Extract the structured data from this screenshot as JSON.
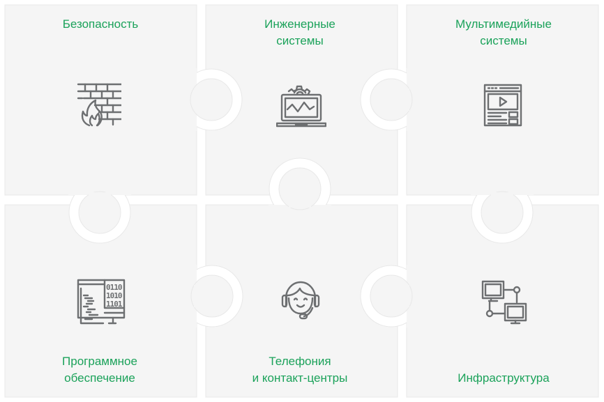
{
  "pieces": [
    {
      "lines": [
        "Безопасность"
      ],
      "icon": "firewall-icon"
    },
    {
      "lines": [
        "Инженерные",
        "системы"
      ],
      "icon": "laptop-gear-icon"
    },
    {
      "lines": [
        "Мультимедийные",
        "системы"
      ],
      "icon": "video-webpage-icon"
    },
    {
      "lines": [
        "Программное",
        "обеспечение"
      ],
      "icon": "code-monitor-icon"
    },
    {
      "lines": [
        "Телефония",
        "и контакт-центры"
      ],
      "icon": "headset-operator-icon"
    },
    {
      "lines": [
        "Инфраструктура"
      ],
      "icon": "network-computers-icon"
    }
  ],
  "colors": {
    "accent": "#1ba25a",
    "piece": "#f5f5f5",
    "icon": "#6d6f71"
  }
}
